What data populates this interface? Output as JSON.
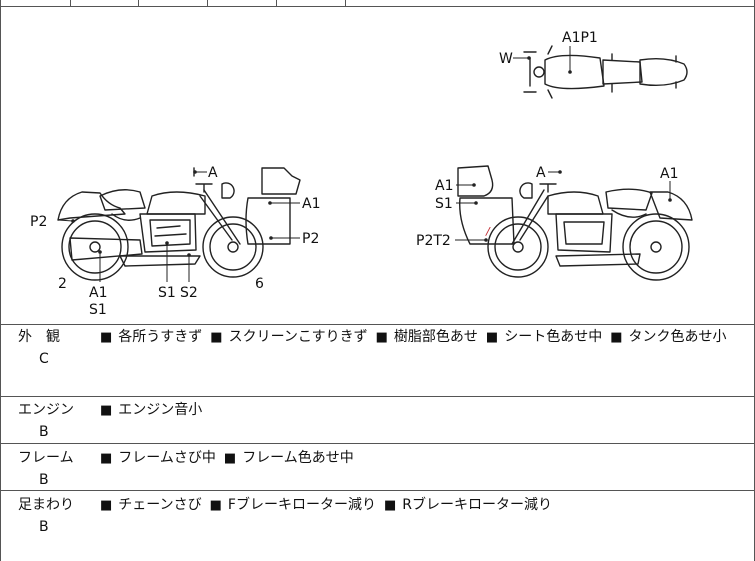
{
  "diagram": {
    "left_bike": {
      "labels": {
        "a": "A",
        "p2_rear": "P2",
        "a1_case": "A1",
        "p2_case": "P2",
        "num_2": "2",
        "a1_muffler": "A1",
        "s1_muffler": "S1",
        "s1_engine": "S1",
        "s2_engine": "S2",
        "num_6": "6"
      }
    },
    "top_bike": {
      "labels": {
        "w": "W",
        "a1p1": "A1P1"
      }
    },
    "right_bike": {
      "labels": {
        "a": "A",
        "a1_screen": "A1",
        "s1_screen": "S1",
        "p2t2": "P2T2",
        "a1_rear": "A1"
      }
    }
  },
  "conditions": [
    {
      "category": "外　観",
      "grade": "C",
      "notes": [
        "各所うすきず",
        "スクリーンこすりきず",
        "樹脂部色あせ",
        "シート色あせ中",
        "タンク色あせ小"
      ]
    },
    {
      "category": "エンジン",
      "grade": "B",
      "notes": [
        "エンジン音小"
      ]
    },
    {
      "category": "フレーム",
      "grade": "B",
      "notes": [
        "フレームさび中",
        "フレーム色あせ中"
      ]
    },
    {
      "category": "足まわり",
      "grade": "B",
      "notes": [
        "チェーンさび",
        "Fブレーキローター減り",
        "Rブレーキローター減り"
      ]
    }
  ]
}
